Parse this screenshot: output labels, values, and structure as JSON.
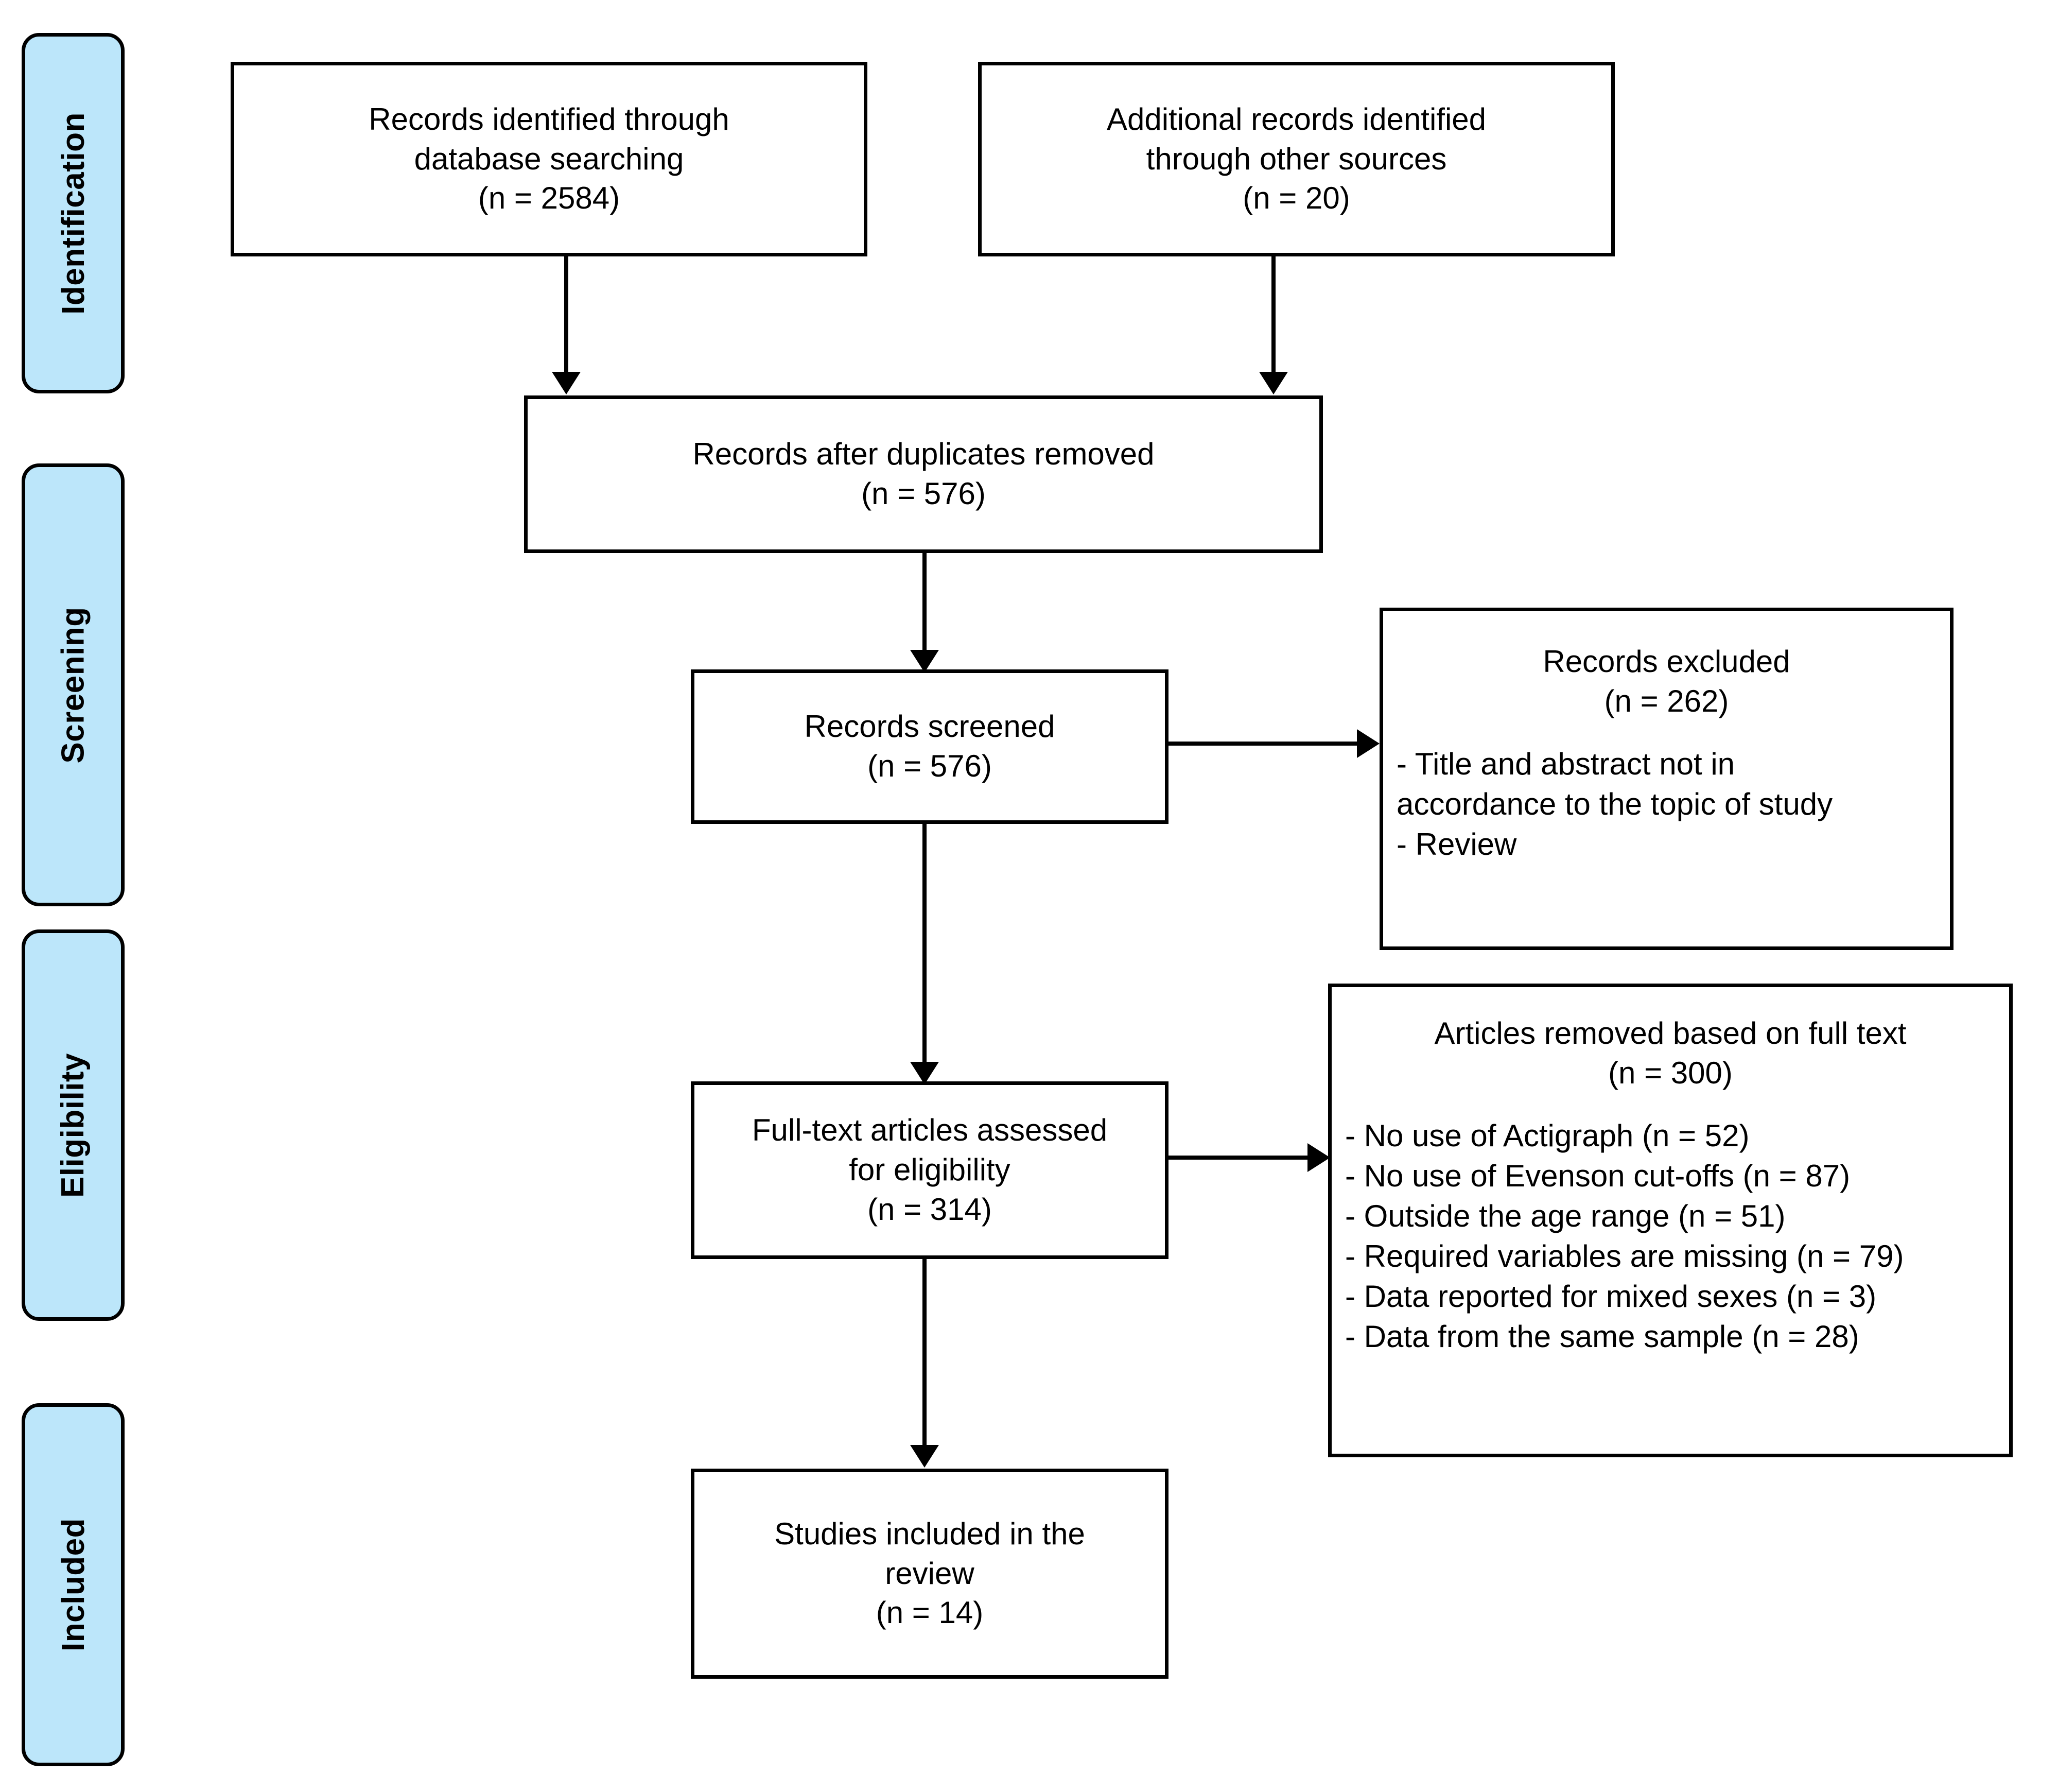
{
  "diagram": {
    "type": "prisma-flow-diagram",
    "stages": [
      {
        "id": "identification",
        "label": "Identification"
      },
      {
        "id": "screening",
        "label": "Screening"
      },
      {
        "id": "eligibility",
        "label": "Eligibility"
      },
      {
        "id": "included",
        "label": "Included"
      }
    ],
    "colors": {
      "stage_fill": "#bce6fa",
      "stroke": "#000000",
      "box_fill": "#ffffff",
      "text": "#000000"
    },
    "boxes": {
      "database_search": {
        "lines": [
          "Records identified through",
          "database searching",
          "(n = 2584)"
        ]
      },
      "other_sources": {
        "lines": [
          "Additional records identified",
          "through other sources",
          "(n = 20)"
        ]
      },
      "duplicates_removed": {
        "lines": [
          "Records after duplicates removed",
          "(n = 576)"
        ]
      },
      "records_screened": {
        "lines": [
          "Records screened",
          "(n = 576)"
        ]
      },
      "records_excluded": {
        "lines": [
          "Records excluded",
          "(n = 262)"
        ],
        "bullets": [
          "- Title and abstract not in",
          "accordance to the topic of study",
          "- Review"
        ]
      },
      "full_text_assessed": {
        "lines": [
          "Full-text articles assessed",
          "for eligibility",
          "(n = 314)"
        ]
      },
      "articles_removed": {
        "lines": [
          "Articles removed based on full text",
          "(n = 300)"
        ],
        "bullets": [
          "- No use of Actigraph (n = 52)",
          "- No use of Evenson cut-offs (n = 87)",
          "- Outside the age range (n = 51)",
          "- Required variables are missing (n = 79)",
          "- Data reported for mixed sexes (n = 3)",
          "- Data from the same sample (n = 28)"
        ]
      },
      "studies_included": {
        "lines": [
          "Studies included in the",
          "review",
          "(n = 14)"
        ]
      }
    }
  }
}
